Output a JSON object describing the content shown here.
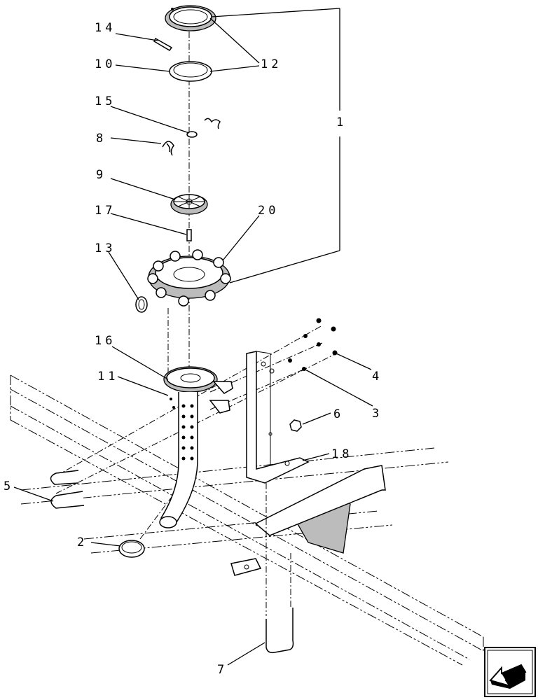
{
  "callouts": [
    {
      "id": "c1",
      "text": "1"
    },
    {
      "id": "c2",
      "text": "2"
    },
    {
      "id": "c3",
      "text": "3"
    },
    {
      "id": "c4",
      "text": "4"
    },
    {
      "id": "c5",
      "text": "5"
    },
    {
      "id": "c6",
      "text": "6"
    },
    {
      "id": "c7",
      "text": "7"
    },
    {
      "id": "c8",
      "text": "8"
    },
    {
      "id": "c9",
      "text": "9"
    },
    {
      "id": "c10",
      "text": "10"
    },
    {
      "id": "c11",
      "text": "11"
    },
    {
      "id": "c12",
      "text": "12"
    },
    {
      "id": "c13",
      "text": "13"
    },
    {
      "id": "c14",
      "text": "14"
    },
    {
      "id": "c15",
      "text": "15"
    },
    {
      "id": "c16",
      "text": "16"
    },
    {
      "id": "c17",
      "text": "17"
    },
    {
      "id": "c18",
      "text": "18"
    },
    {
      "id": "c20",
      "text": "20"
    }
  ],
  "nav_icon": "page-arrow-icon"
}
